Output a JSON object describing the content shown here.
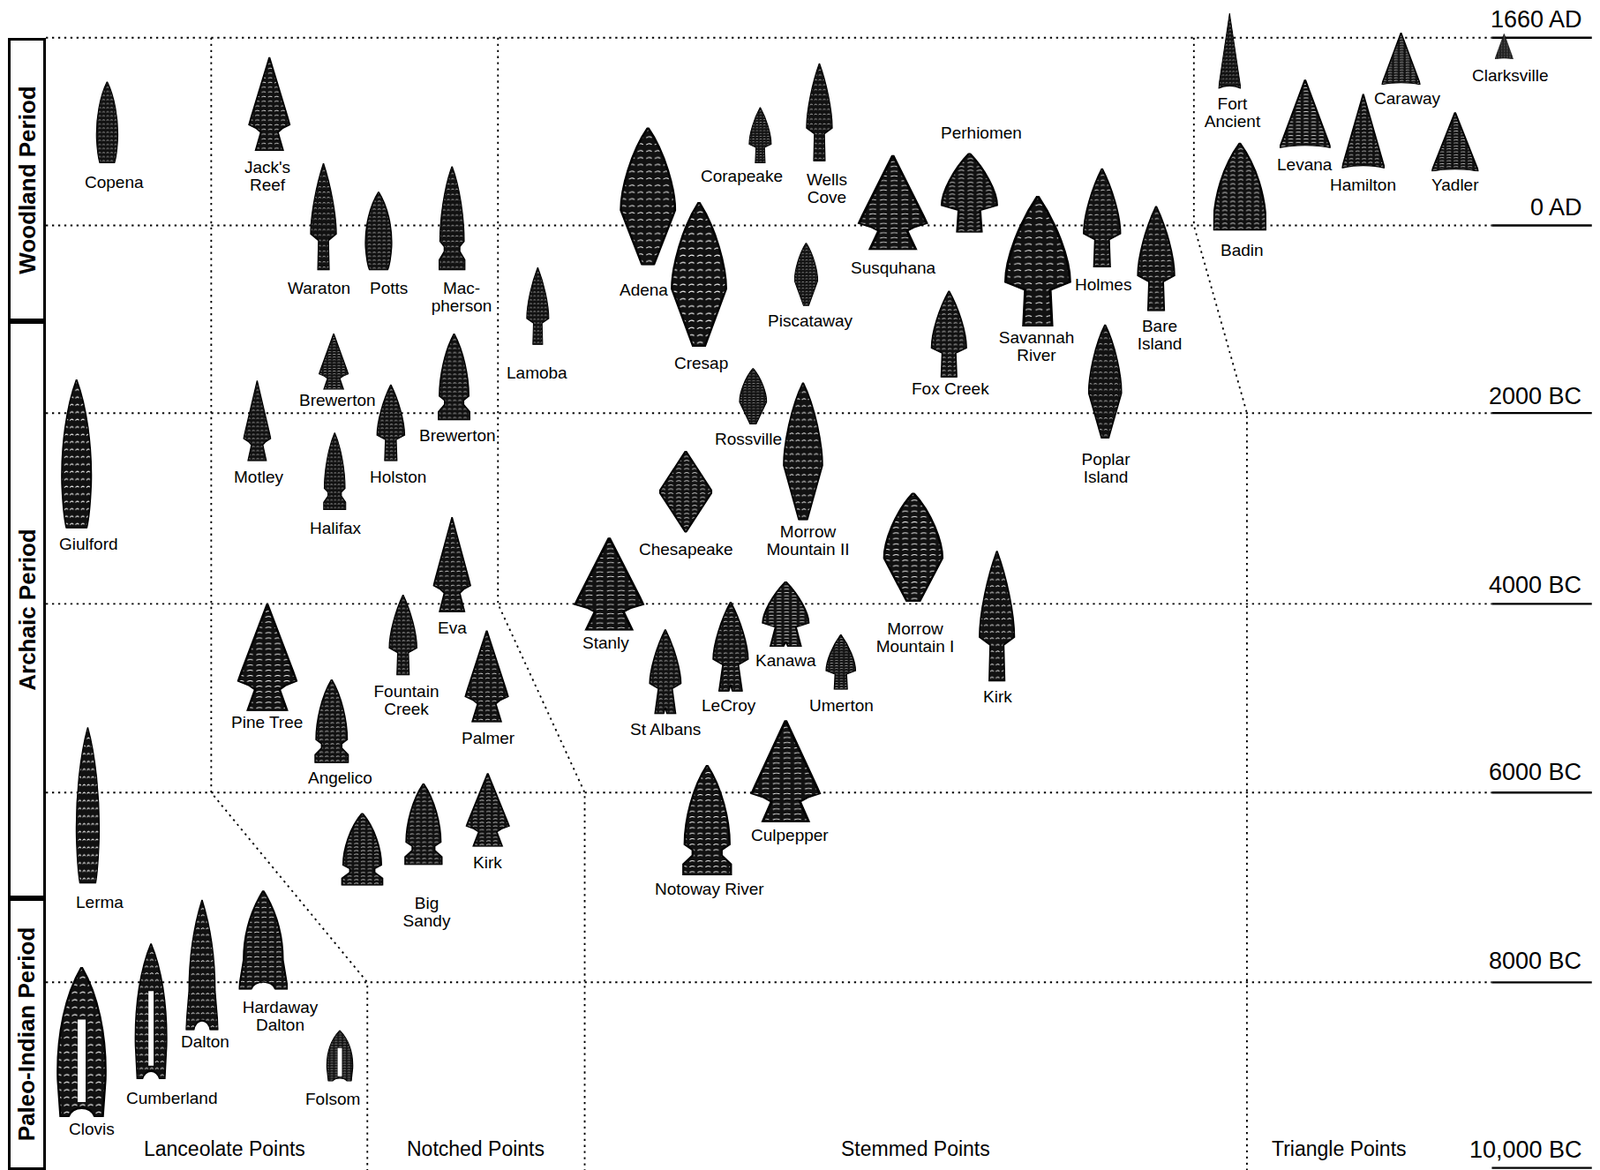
{
  "diagram": {
    "nodes": [
      {
        "text": [
          "Woodland Period"
        ]
      },
      {
        "text": [
          "Archaic Period"
        ]
      },
      {
        "text": [
          "Paleo-Indian Period"
        ]
      }
    ],
    "labels": [
      "1660 AD",
      "0 AD",
      "2000 BC",
      "4000 BC",
      "6000 BC",
      "8000 BC",
      "10,000 BC",
      "Lanceolate Points",
      "Notched Points",
      "Stemmed Points",
      "Triangle Points",
      "Copena",
      "Jack's Reef",
      "Waraton",
      "Potts",
      "Mac- pherson",
      "Lamoba",
      "Adena",
      "Corapeake",
      "Wells Cove",
      "Cresap",
      "Piscataway",
      "Perhiomen",
      "Susquhana",
      "Savannah River",
      "Holmes",
      "Bare Island",
      "Fox Creek",
      "Poplar Island",
      "Fort Ancient",
      "Levana",
      "Hamilton",
      "Caraway",
      "Clarksville",
      "Yadler",
      "Badin",
      "Giulford",
      "Brewerton",
      "Brewerton",
      "Motley",
      "Holston",
      "Halifax",
      "Rossville",
      "Chesapeake",
      "Morrow Mountain II",
      "Eva",
      "Stanly",
      "St Albans",
      "LeCroy",
      "Kanawa",
      "Umerton",
      "Morrow Mountain I",
      "Kirk",
      "Fountain Creek",
      "Pine Tree",
      "Angelico",
      "Palmer",
      "Lerma",
      "Big Sandy",
      "Kirk",
      "Notoway River",
      "Culpepper",
      "Hardaway Dalton",
      "Dalton",
      "Cumberland",
      "Folsom",
      "Clovis"
    ]
  }
}
